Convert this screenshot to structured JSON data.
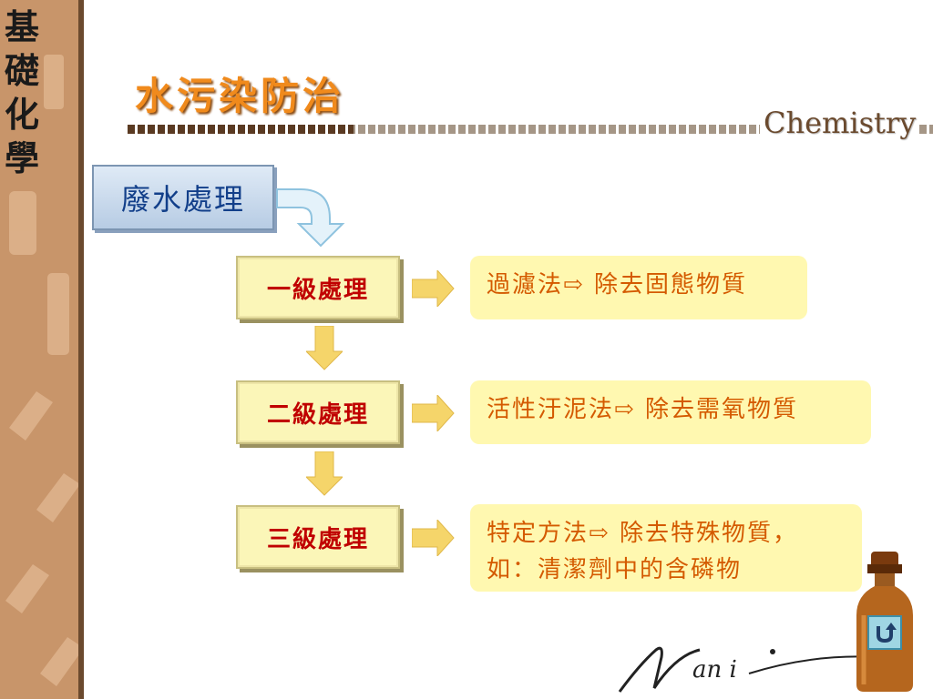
{
  "sidebar": {
    "chars": [
      "基",
      "礎",
      "化",
      "學"
    ]
  },
  "header": {
    "title": "水污染防治",
    "subtitle": "Chemistry"
  },
  "diagram": {
    "root": "廢水處理",
    "stages": [
      {
        "label": "一級處理",
        "result": "過濾法⇨ 除去固態物質"
      },
      {
        "label": "二級處理",
        "result": "活性汙泥法⇨ 除去需氧物質"
      },
      {
        "label": "三級處理",
        "result": "特定方法⇨ 除去特殊物質，如：清潔劑中的含磷物"
      }
    ]
  },
  "colors": {
    "title": "#f08a1c",
    "stage_text": "#c00000",
    "result_text": "#d45a00",
    "root_text": "#123f8a"
  }
}
